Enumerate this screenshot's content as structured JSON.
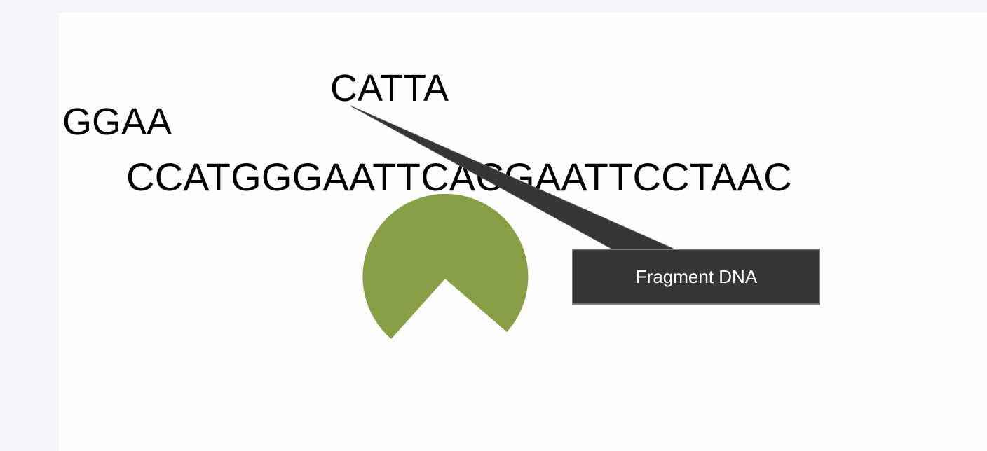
{
  "sequences": {
    "cut_left": "GGAA",
    "cut_top": "CATTA",
    "main_strand": "CCATGGGAATTCACGAATTCCTAAC"
  },
  "callout": {
    "label": "Fragment DNA"
  },
  "colors": {
    "enzyme_fill": "#87a045",
    "callout_fill": "#363636",
    "callout_border": "#7a7a7a",
    "text": "#000000"
  },
  "icons": {
    "enzyme": "pacman-enzyme-shape"
  }
}
